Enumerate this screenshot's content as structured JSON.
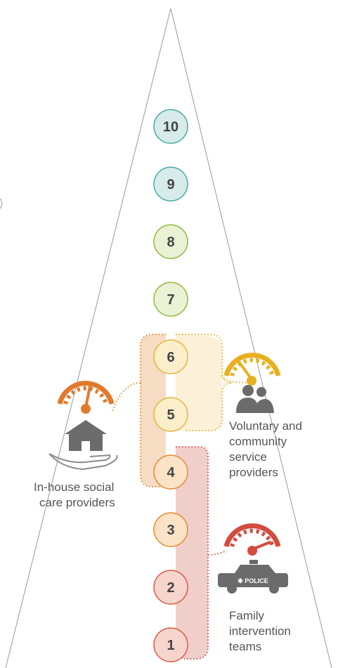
{
  "levels": [
    {
      "label": "10",
      "fill": "#d6ebea",
      "stroke": "#4aa9a6"
    },
    {
      "label": "9",
      "fill": "#d6ebea",
      "stroke": "#4aa9a6"
    },
    {
      "label": "8",
      "fill": "#eaf1d4",
      "stroke": "#8dbb3c"
    },
    {
      "label": "7",
      "fill": "#eaf1d4",
      "stroke": "#8dbb3c"
    },
    {
      "label": "6",
      "fill": "#fbeecb",
      "stroke": "#e8b33c"
    },
    {
      "label": "5",
      "fill": "#fbeecb",
      "stroke": "#e8b33c"
    },
    {
      "label": "4",
      "fill": "#fbe3c8",
      "stroke": "#e68a2e"
    },
    {
      "label": "3",
      "fill": "#fbe3c8",
      "stroke": "#e68a2e"
    },
    {
      "label": "2",
      "fill": "#f7d5cd",
      "stroke": "#d9594a"
    },
    {
      "label": "1",
      "fill": "#f7d5cd",
      "stroke": "#d9594a"
    }
  ],
  "providers": {
    "in_house": {
      "line1": "In-house social",
      "line2": "care providers",
      "color": "#e07a2e",
      "icon": "house-in-hand-icon"
    },
    "voluntary": {
      "line1": "Voluntary and",
      "line2": "community",
      "line3": "service",
      "line4": "providers",
      "color": "#e8b020",
      "icon": "people-hugging-icon"
    },
    "family": {
      "line1": "Family",
      "line2": "intervention",
      "line3": "teams",
      "color": "#d24c3f",
      "icon": "police-car-icon",
      "badge": "✱ POLICE"
    }
  },
  "colors": {
    "text": "#555555",
    "funnel_line": "#9a9a9a",
    "icon_gray": "#6b6b6b"
  }
}
